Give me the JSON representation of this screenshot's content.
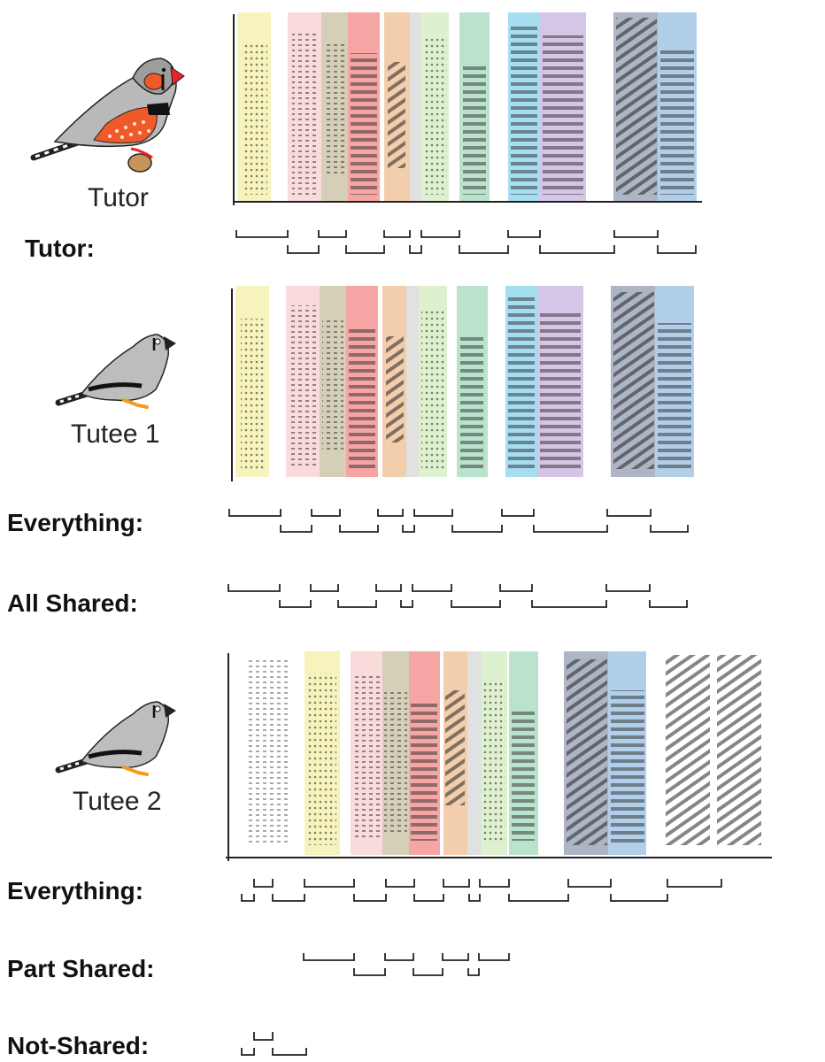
{
  "birds": {
    "tutor": "Tutor",
    "tutee1": "Tutee 1",
    "tutee2": "Tutee 2"
  },
  "rows": {
    "tutor": "Tutor:",
    "tutee1_everything": "Everything:",
    "tutee1_all_shared": "All Shared:",
    "tutee2_everything": "Everything:",
    "tutee2_part_shared": "Part Shared:",
    "tutee2_not_shared": "Not-Shared:"
  },
  "colors": {
    "syllables": [
      "#f3efa6",
      "#f7d2d2",
      "#c9c3a4",
      "#f48f8f",
      "#f1c69d",
      "#d9d9d9",
      "#d8eec7",
      "#a9dcc0",
      "#8fd4ee",
      "#cbb7e0",
      "#9aa4b8",
      "#9ec3e4"
    ],
    "tutor_bird_cheek": "#f05a28",
    "tutor_bird_beak": "#e8232a",
    "tutee_feet": "#f39b1f"
  },
  "icons": [
    "zebra-finch-male-icon",
    "zebra-finch-female-icon"
  ]
}
